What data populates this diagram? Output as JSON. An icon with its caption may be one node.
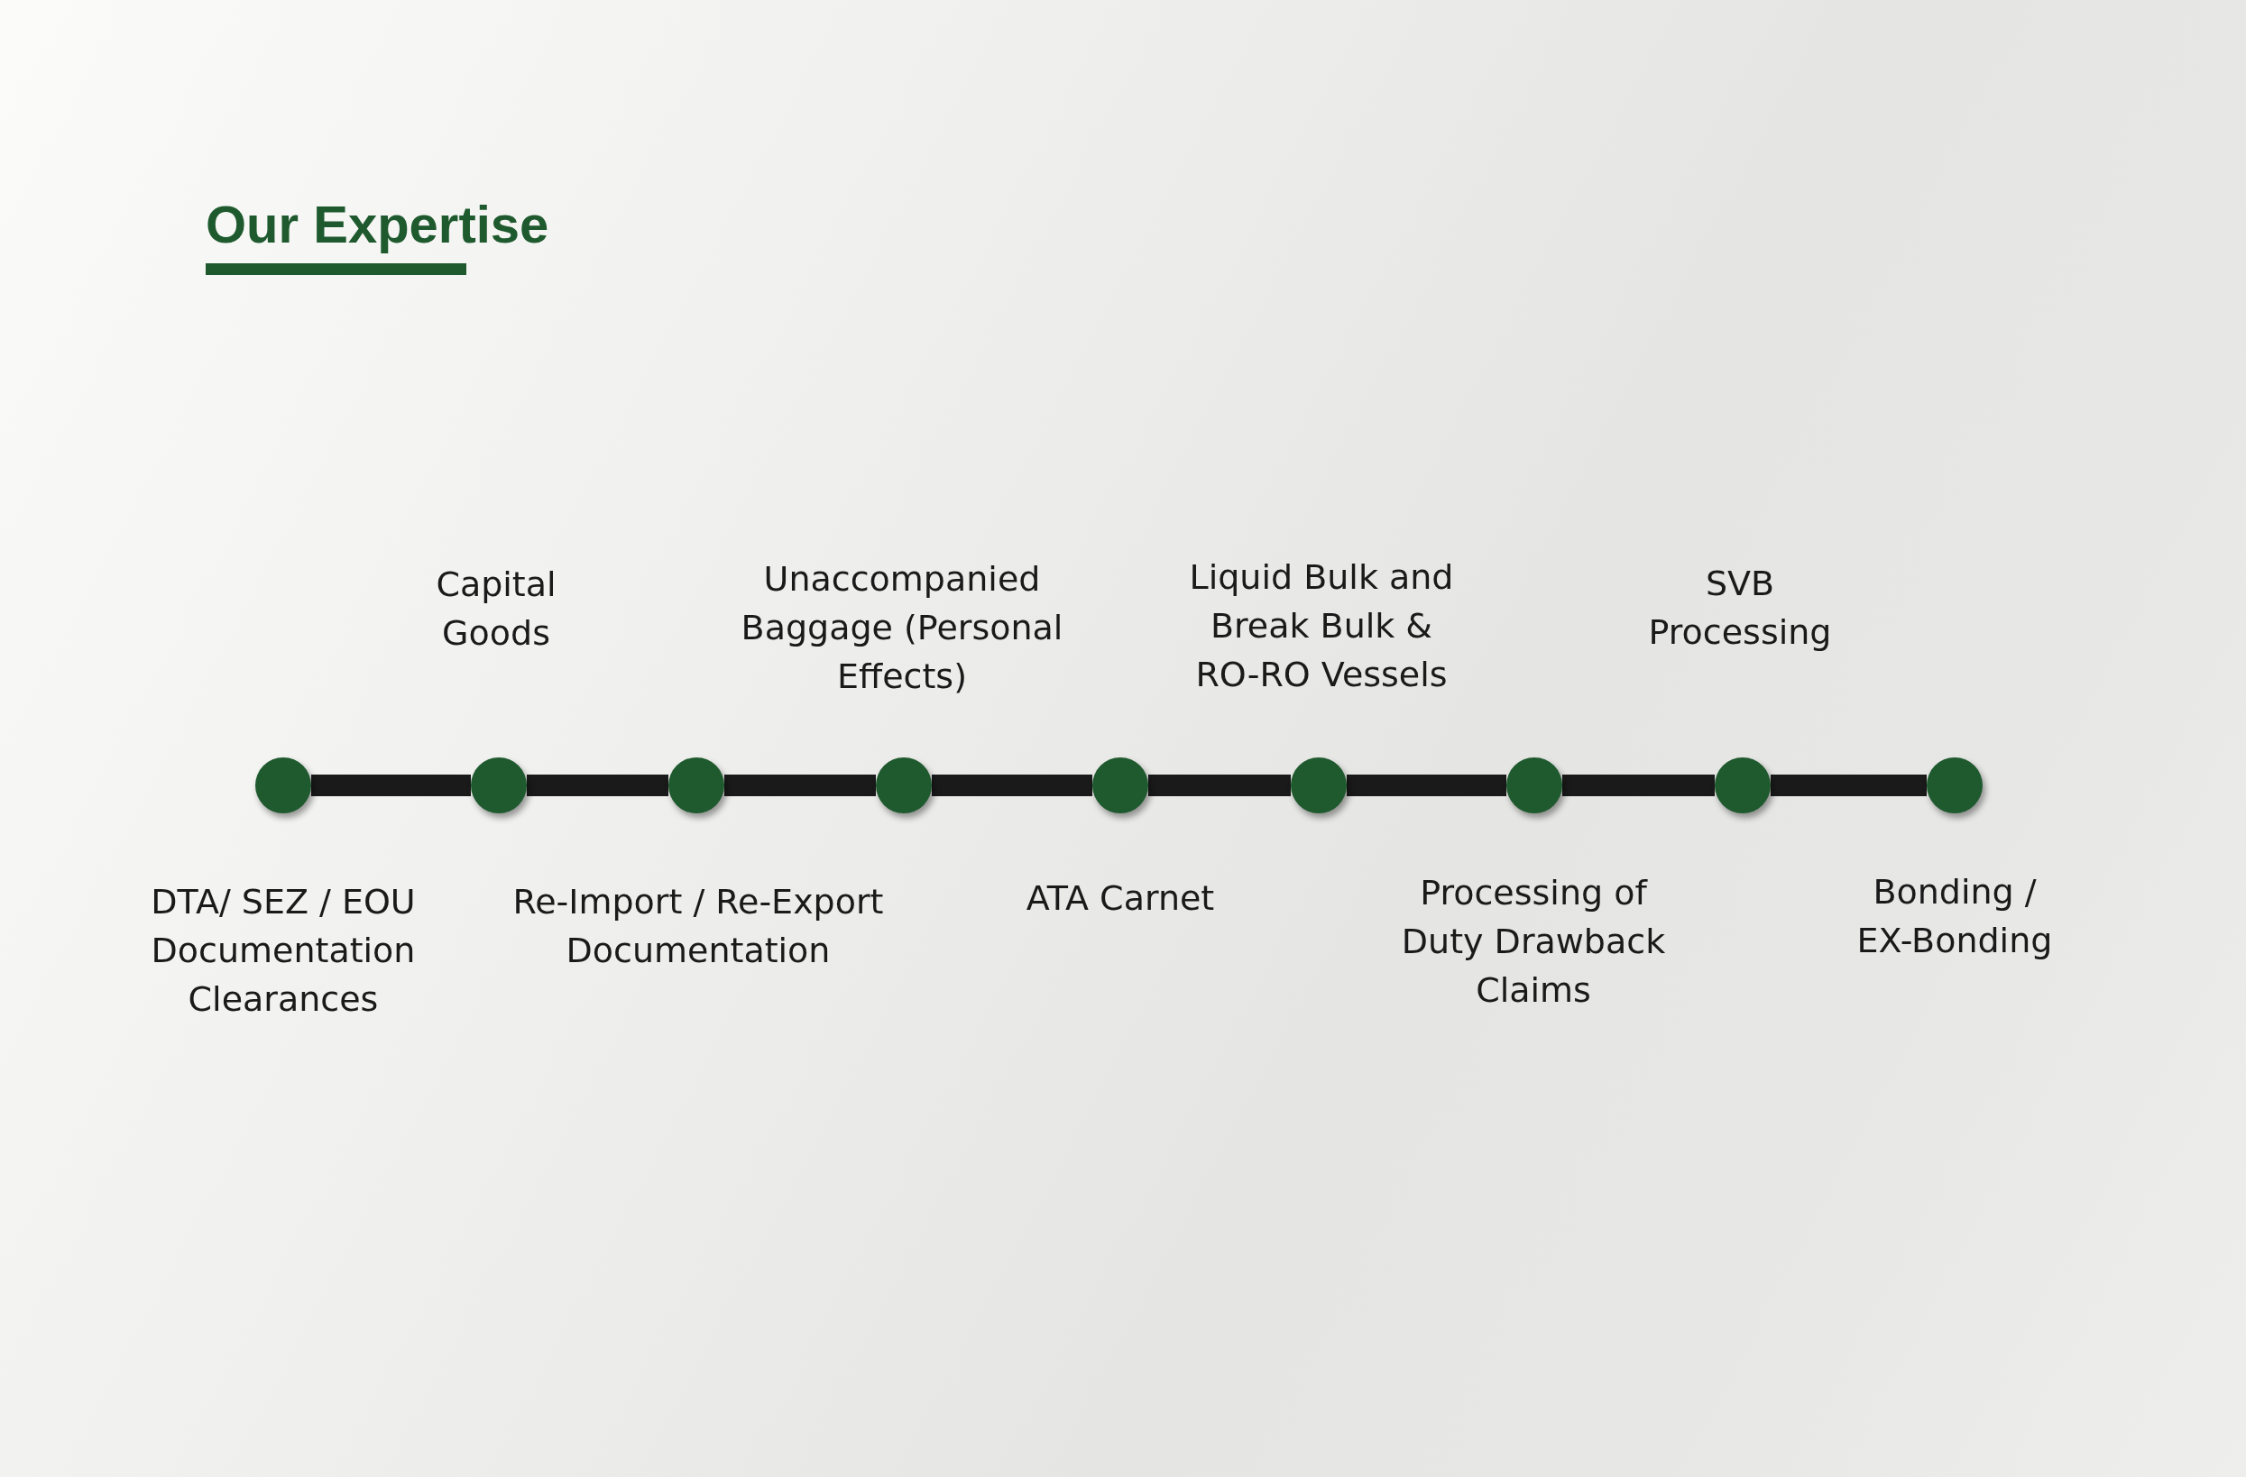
{
  "diagram": {
    "title": "Our Expertise",
    "nodes": [
      {
        "text": [],
        "shape": "circle",
        "beside": [
          "DTA/ SEZ / EOU Documentation Clearances"
        ]
      },
      {
        "text": [],
        "shape": "circle",
        "beside": [
          "Capital Goods"
        ]
      },
      {
        "text": [],
        "shape": "circle",
        "beside": [
          "Re-Import / Re-Export Documentation"
        ]
      },
      {
        "text": [],
        "shape": "circle",
        "beside": [
          "Unaccompanied Baggage (Personal Effects)"
        ]
      },
      {
        "text": [],
        "shape": "circle",
        "beside": [
          "ATA Carnet"
        ]
      },
      {
        "text": [],
        "shape": "circle",
        "beside": [
          "Liquid Bulk and Break Bulk & RO-RO Vessels"
        ]
      },
      {
        "text": [],
        "shape": "circle",
        "beside": [
          "Processing of Duty Drawback Claims"
        ]
      },
      {
        "text": [],
        "shape": "circle",
        "beside": [
          "SVB Processing"
        ]
      },
      {
        "text": [],
        "shape": "circle",
        "beside": [
          "Bonding / EX-Bonding"
        ]
      }
    ],
    "edges": [
      {
        "from": 0,
        "to": 1,
        "arrow": "none"
      },
      {
        "from": 1,
        "to": 2,
        "arrow": "none"
      },
      {
        "from": 2,
        "to": 3,
        "arrow": "none"
      },
      {
        "from": 3,
        "to": 4,
        "arrow": "none"
      },
      {
        "from": 4,
        "to": 5,
        "arrow": "none"
      },
      {
        "from": 5,
        "to": 6,
        "arrow": "none"
      },
      {
        "from": 6,
        "to": 7,
        "arrow": "none"
      },
      {
        "from": 7,
        "to": 8,
        "arrow": "none"
      }
    ]
  }
}
